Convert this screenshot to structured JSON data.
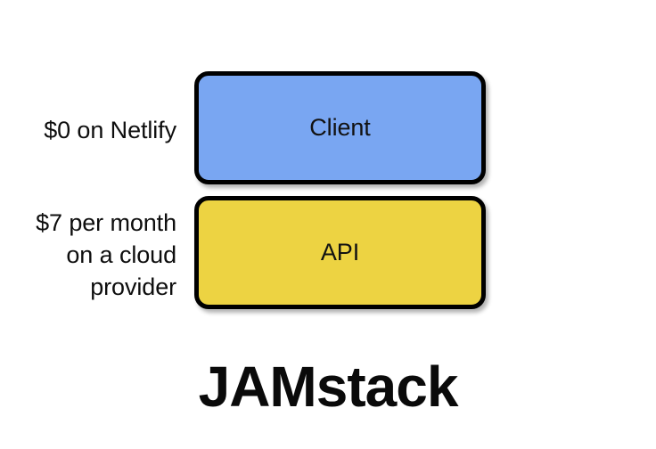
{
  "diagram": {
    "title": "JAMstack",
    "background_color": "#ffffff",
    "layers": [
      {
        "id": "client",
        "label": "Client",
        "cost_label": "$0 on Netlify",
        "fill_color": "#79A6F2",
        "border_color": "#000000",
        "text_color": "#121212"
      },
      {
        "id": "api",
        "label": "API",
        "cost_label": "$7 per month\non a cloud\nprovider",
        "fill_color": "#EDD342",
        "border_color": "#000000",
        "text_color": "#121212"
      }
    ]
  }
}
